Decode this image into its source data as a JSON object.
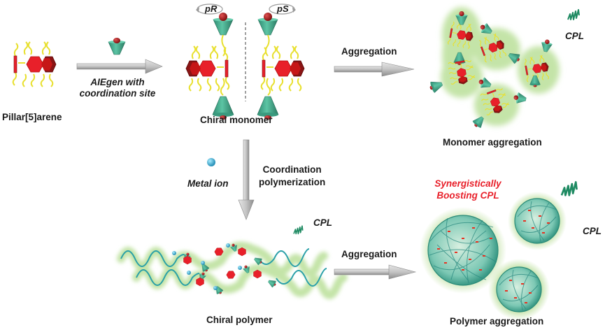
{
  "diagram": {
    "nodes": {
      "pillararene": {
        "label": "Pillar[5]arene"
      },
      "chiral_monomer": {
        "label": "Chiral monomer",
        "enantiomers": [
          "pR",
          "pS"
        ]
      },
      "monomer_aggregation": {
        "label": "Monomer aggregation",
        "emission": "CPL"
      },
      "chiral_polymer": {
        "label": "Chiral polymer",
        "emission": "CPL"
      },
      "polymer_aggregation": {
        "label": "Polymer aggregation",
        "emission": "CPL",
        "highlight": "Synergistically Boosting CPL"
      }
    },
    "edges": {
      "aiegen": {
        "label_line1": "AIEgen with",
        "label_line2": "coordination site",
        "reagent": "AIEgen"
      },
      "monomer_to_agg": {
        "label": "Aggregation"
      },
      "polymerization": {
        "reagent": "Metal ion",
        "label_line1": "Coordination",
        "label_line2": "polymerization"
      },
      "polymer_to_agg": {
        "label": "Aggregation"
      }
    },
    "colors": {
      "macrocycle_red": "#e8202a",
      "macrocycle_dark": "#8a1414",
      "cone_teal": "#3fa88a",
      "chain_yellow": "#e8e030",
      "glow_green": "#c8e6a8",
      "metal_ion_blue": "#3aaed0",
      "arrow_gray": "#b0b0b0",
      "highlight_red": "#e8202a"
    }
  }
}
